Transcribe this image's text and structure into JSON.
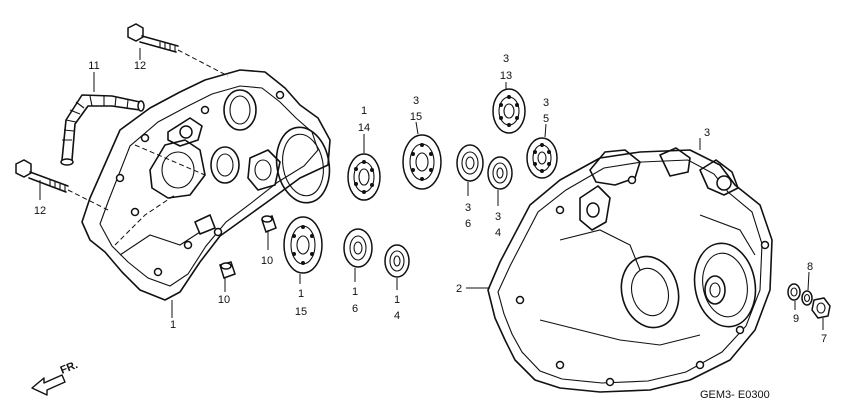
{
  "diagram": {
    "code": "GEM3- E0300",
    "direction_label": "FR.",
    "callouts": [
      {
        "id": "c1",
        "top": "12"
      },
      {
        "id": "c2",
        "top": "11"
      },
      {
        "id": "c3",
        "top": "12"
      },
      {
        "id": "c4",
        "top": "1",
        "bottom": "14"
      },
      {
        "id": "c5",
        "top": "3",
        "bottom": "15"
      },
      {
        "id": "c6",
        "top": "3",
        "bottom": "13"
      },
      {
        "id": "c7",
        "top": "3",
        "bottom": "5"
      },
      {
        "id": "c8",
        "top": "3",
        "bottom": "6"
      },
      {
        "id": "c9",
        "top": "3",
        "bottom": "4"
      },
      {
        "id": "c10",
        "top": "3"
      },
      {
        "id": "c11",
        "top": "10"
      },
      {
        "id": "c12",
        "top": "10"
      },
      {
        "id": "c13",
        "top": "1"
      },
      {
        "id": "c14",
        "top": "1",
        "bottom": "15"
      },
      {
        "id": "c15",
        "top": "1",
        "bottom": "6"
      },
      {
        "id": "c16",
        "top": "1",
        "bottom": "4"
      },
      {
        "id": "c17",
        "top": "2"
      },
      {
        "id": "c18",
        "top": "8"
      },
      {
        "id": "c19",
        "top": "9"
      },
      {
        "id": "c20",
        "top": "7"
      }
    ]
  }
}
